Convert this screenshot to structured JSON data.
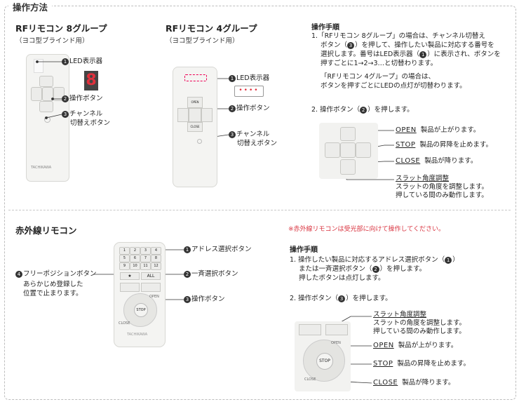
{
  "section_title": "操作方法",
  "rf8": {
    "title": "RFリモコン 8グループ",
    "subtitle": "（ヨコ型ブラインド用）",
    "label1": "LED表示器",
    "led_digit": "8",
    "label2": "操作ボタン",
    "label3a": "チャンネル",
    "label3b": "切替えボタン",
    "brand": "TACHIKAWA"
  },
  "rf4": {
    "title": "RFリモコン 4グループ",
    "subtitle": "（ヨコ型ブラインド用）",
    "label1": "LED表示器",
    "label2": "操作ボタン",
    "label3a": "チャンネル",
    "label3b": "切替えボタン",
    "btn_open": "OPEN",
    "btn_close": "CLOSE"
  },
  "steps": {
    "heading": "操作手順",
    "s1_l1": "1.「RFリモコン 8グループ」の場合は、チャンネル切替え",
    "s1_l2a": "ボタン（",
    "s1_l2b": "）を押して、操作したい製品に対応する番号を",
    "s1_l3": "選択します。番号はLED表示器（",
    "s1_l3b": "）に表示され、ボタンを",
    "s1_l4": "押すごとに1→2→3…と切替わります。",
    "s1_l5": "「RFリモコン 4グループ」の場合は、",
    "s1_l6": "ボタンを押すごとにLEDの点灯が切替わります。",
    "s2a": "2. 操作ボタン（",
    "s2b": "）を押します。",
    "open": "OPEN",
    "open_desc": "製品が上がります。",
    "stop": "STOP",
    "stop_desc": "製品の昇降を止めます。",
    "close": "CLOSE",
    "close_desc": "製品が降ります。",
    "slat_title": "スラット角度調整",
    "slat_l1": "スラットの角度を調整します。",
    "slat_l2": "押している間のみ動作します。"
  },
  "ir": {
    "title": "赤外線リモコン",
    "note": "※赤外線リモコンは受光部に向けて操作してください。",
    "label1": "アドレス選択ボタン",
    "label2": "一斉選択ボタン",
    "label3": "操作ボタン",
    "label4": "フリーポジションボタン",
    "label4_l2": "あらかじめ登録した",
    "label4_l3": "位置で止まります。",
    "keys": [
      "1",
      "2",
      "3",
      "4",
      "5",
      "6",
      "7",
      "8",
      "9",
      "10",
      "11",
      "12"
    ],
    "star": "★",
    "all": "ALL",
    "open": "OPEN",
    "stop": "STOP",
    "close": "CLOSE",
    "brand": "TACHIKAWA"
  },
  "ir_steps": {
    "heading": "操作手順",
    "s1_l1a": "1. 操作したい製品に対応するアドレス選択ボタン（",
    "s1_l1b": "）",
    "s1_l2a": "または一斉選択ボタン（",
    "s1_l2b": "）を押します。",
    "s1_l3": "押したボタンは点灯します。",
    "s2a": "2. 操作ボタン（",
    "s2b": "）を押します。",
    "slat_title": "スラット角度調整",
    "slat_l1": "スラットの角度を調整します。",
    "slat_l2": "押している間のみ動作します。",
    "open": "OPEN",
    "open_desc": "製品が上がります。",
    "stop": "STOP",
    "stop_desc": "製品の昇降を止めます。",
    "close": "CLOSE",
    "close_desc": "製品が降ります。"
  },
  "colors": {
    "note_red": "#d9333f",
    "led_red": "#e0303c"
  }
}
